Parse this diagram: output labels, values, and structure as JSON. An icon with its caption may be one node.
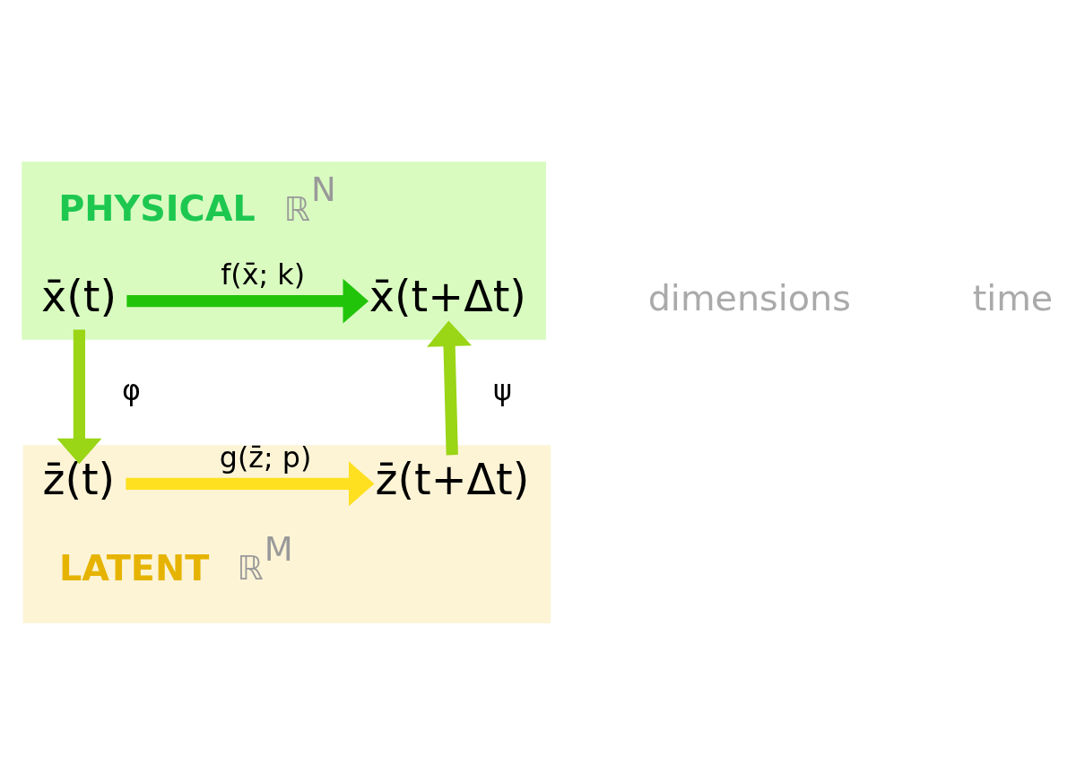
{
  "diagram": {
    "nodes": [
      {
        "text": [
          "PHYSICAL",
          "ℝ$^{N}$"
        ]
      },
      {
        "text": [
          "x̄(t)"
        ],
        "in": 0
      },
      {
        "text": [
          "x̄(t+Δt)"
        ],
        "in": 0
      },
      {
        "text": [
          "LATENT",
          "ℝ$^{M}$"
        ]
      },
      {
        "text": [
          "z̄(t)"
        ],
        "in": 3
      },
      {
        "text": [
          "z̄(t+Δt)"
        ],
        "in": 3
      }
    ],
    "edges": [
      {
        "from": 1,
        "to": 2,
        "arrow": "to",
        "label": "f(x̄; k)",
        "color": "#22c40a"
      },
      {
        "from": 1,
        "to": 4,
        "arrow": "to",
        "label": "φ",
        "color": "#9ad516"
      },
      {
        "from": 4,
        "to": 5,
        "arrow": "to",
        "label": "g(z̄; p)",
        "color": "#ffe020"
      },
      {
        "from": 5,
        "to": 2,
        "arrow": "to",
        "label": "ψ",
        "color": "#9ad516"
      }
    ],
    "labels": [
      "dimensions",
      "time"
    ]
  }
}
